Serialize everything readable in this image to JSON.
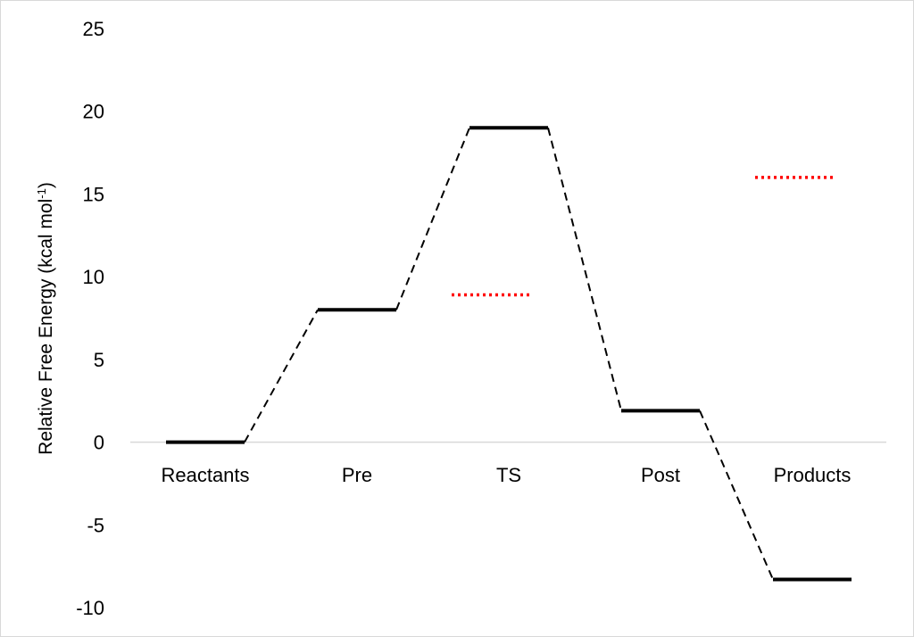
{
  "chart_data": {
    "type": "line",
    "title": "",
    "xlabel": "",
    "ylabel": "Relative Free Energy (kcal mol",
    "ylabel_sup": "-1",
    "ylabel_close": ")",
    "ylim": [
      -10,
      25
    ],
    "yticks": [
      25,
      20,
      15,
      10,
      5,
      0,
      -5,
      -10
    ],
    "ytick_labels": [
      "25",
      "20",
      "15",
      "10",
      "5",
      "0",
      "-5",
      "-10"
    ],
    "categories": [
      "Reactants",
      "Pre",
      "TS",
      "Post",
      "Products"
    ],
    "grid": false,
    "legend": "none",
    "series": [
      {
        "values": [
          0,
          8,
          19,
          1.9,
          -8.3
        ],
        "color": "#000000",
        "style": "levels-dashed-connectors"
      },
      {
        "values": [
          null,
          null,
          8.9,
          null,
          16
        ],
        "color": "#ff0000",
        "style": "dotted-levels"
      }
    ]
  }
}
